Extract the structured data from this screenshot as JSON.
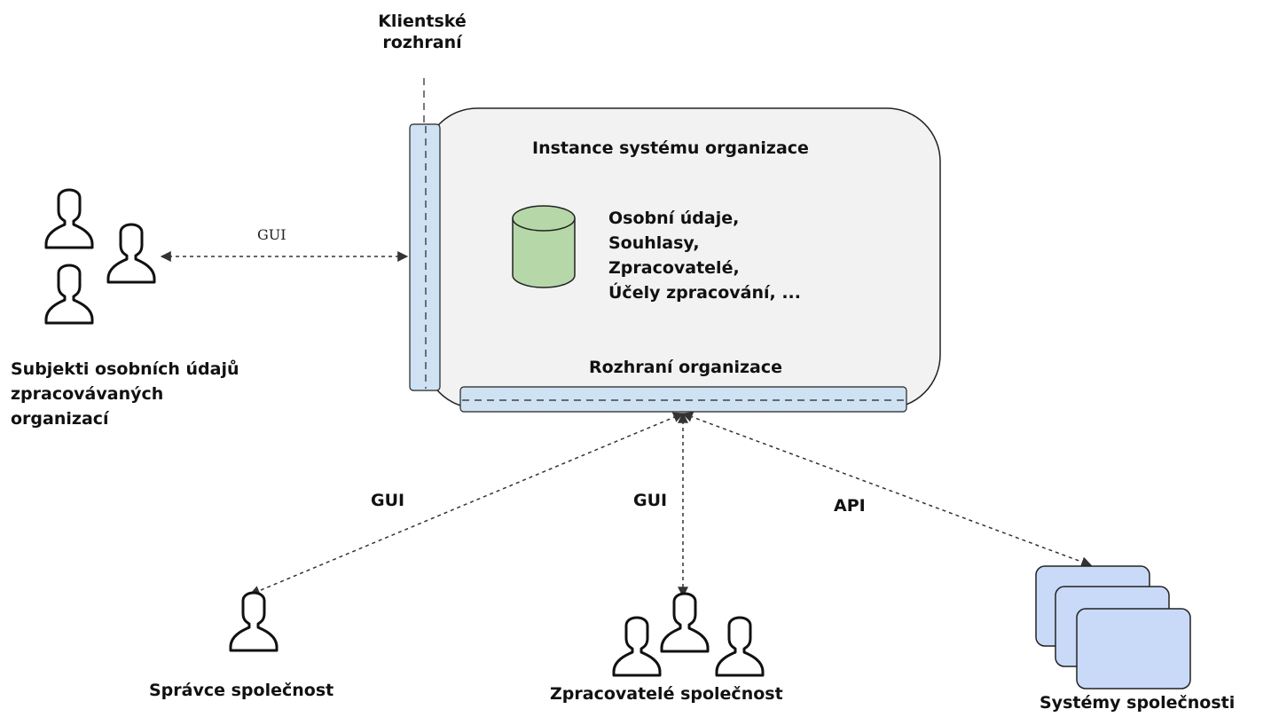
{
  "client_interface": {
    "label_lines": [
      "Klientské",
      "rozhraní"
    ]
  },
  "system_instance": {
    "title": "Instance systému organizace",
    "db_items": [
      "Osobní údaje,",
      "Souhlasy,",
      "Zpracovatelé,",
      "Účely zpracování, ..."
    ],
    "org_interface_label": "Rozhraní organizace"
  },
  "connections": {
    "subjects_gui": "GUI",
    "admin_gui": "GUI",
    "processors_gui": "GUI",
    "systems_api": "API"
  },
  "actors": {
    "subjects": [
      "Subjekti osobních údajů",
      "zpracovávaných",
      "organizací"
    ],
    "admin": "Správce společnost",
    "processors": "Zpracovatelé společnost",
    "systems": "Systémy společnosti"
  },
  "colors": {
    "panel_fill": "#f2f2f2",
    "interface_fill": "#cfe2f3",
    "database_fill": "#b6d7a8",
    "systems_fill": "#c9daf8",
    "line": "#333333"
  }
}
